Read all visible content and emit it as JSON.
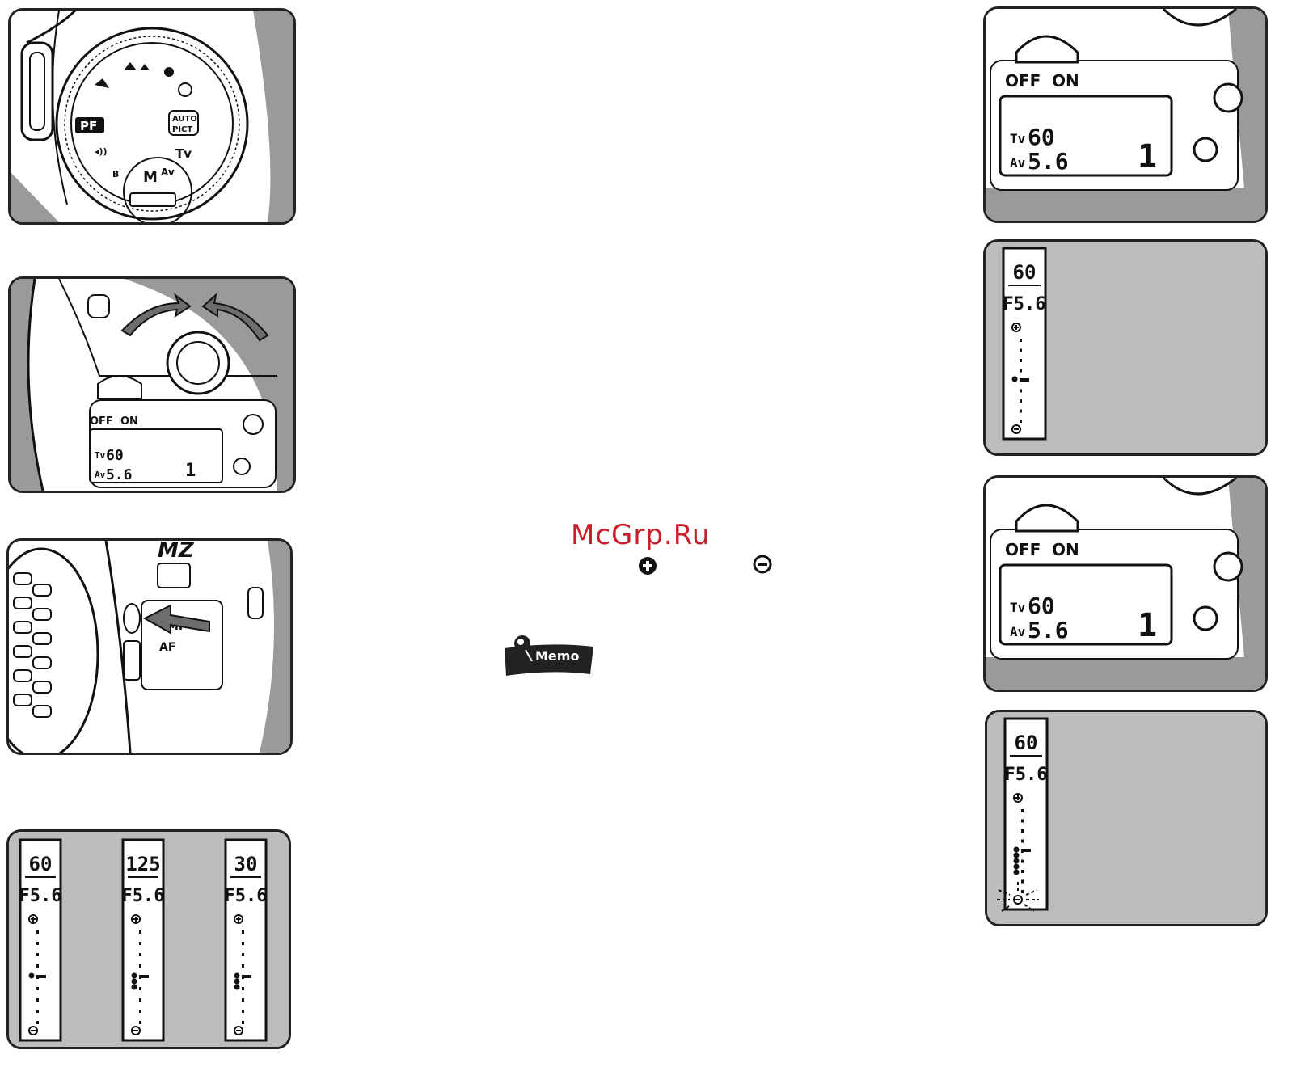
{
  "watermark": "McGrp.Ru",
  "symbols": {
    "plus": "plus-circle-icon",
    "minus": "minus-circle-icon"
  },
  "memo_label": "Memo",
  "dial": {
    "modes": [
      "PF",
      "AUTO PICT",
      "Tv",
      "M",
      "Av",
      "B"
    ],
    "selected": "M"
  },
  "top_lcd": {
    "switch_off": "OFF",
    "switch_on": "ON",
    "tv_label": "Tv",
    "tv_value": "60",
    "av_label": "Av",
    "av_value": "5.6",
    "frame_count": "1"
  },
  "switch_panel": {
    "brand": "MZ",
    "mode_top": "MF",
    "mode_bottom": "AF"
  },
  "viewfinders": [
    {
      "shutter": "60",
      "aperture": "F5.6"
    },
    {
      "shutter": "125",
      "aperture": "F5.6"
    },
    {
      "shutter": "30",
      "aperture": "F5.6"
    }
  ],
  "right_viewfinders": [
    {
      "shutter": "60",
      "aperture": "F5.6"
    },
    {
      "shutter": "60",
      "aperture": "F5.6"
    }
  ]
}
